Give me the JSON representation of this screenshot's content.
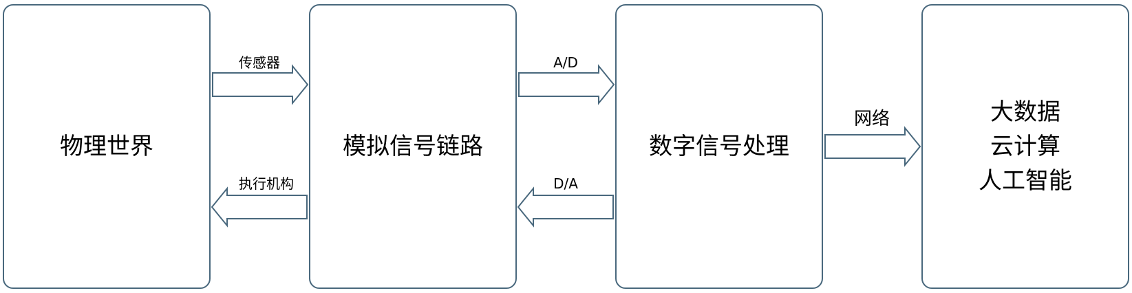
{
  "boxes": {
    "physical_world": "物理世界",
    "analog_chain": "模拟信号链路",
    "dsp": "数字信号处理",
    "cloud": {
      "line1": "大数据",
      "line2": "云计算",
      "line3": "人工智能"
    }
  },
  "arrows": {
    "sensor": "传感器",
    "actuator": "执行机构",
    "ad": "A/D",
    "da": "D/A",
    "network": "网络"
  },
  "colors": {
    "stroke": "#49687d",
    "fill": "#ffffff",
    "text": "#000000"
  }
}
